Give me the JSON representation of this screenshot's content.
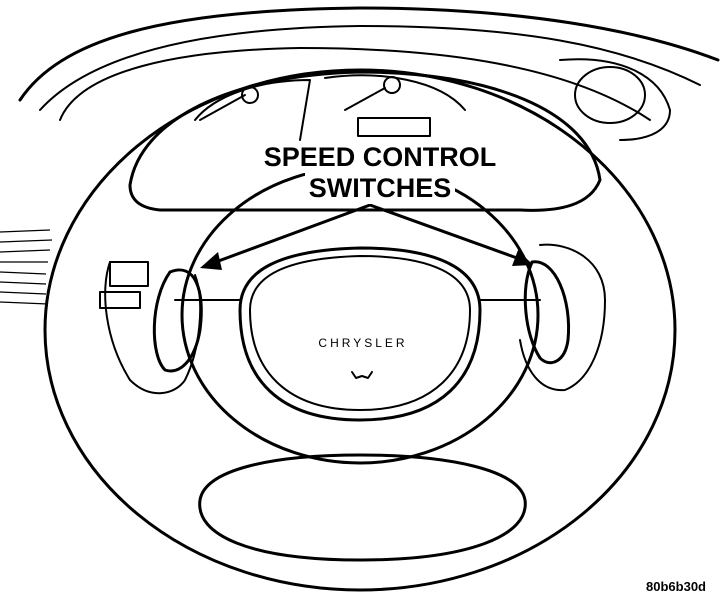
{
  "callout": {
    "line1": "SPEED CONTROL",
    "line2": "SWITCHES"
  },
  "hub": {
    "brand_text": "CHRYSLER"
  },
  "figure_id": "80b6b30d"
}
